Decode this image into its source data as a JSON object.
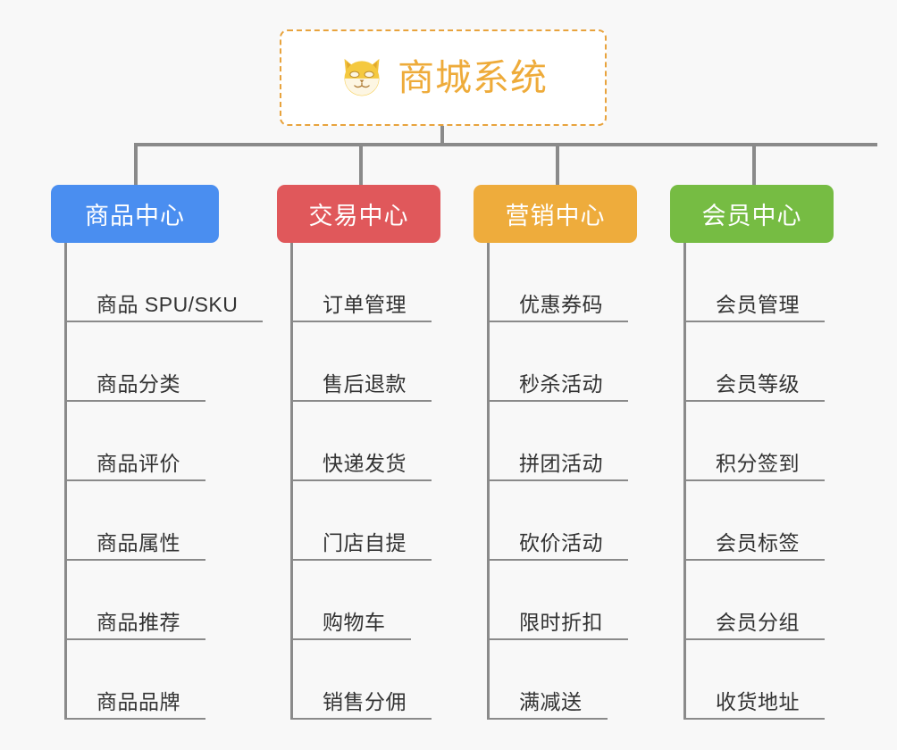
{
  "page": {
    "background": "#f8f8f8",
    "line_color": "#8a8a8a"
  },
  "root": {
    "title": "商城系统",
    "icon": "shiba-dog-face-icon",
    "text_color": "#eeab3a",
    "border_color": "#e8a33d",
    "background": "#ffffff"
  },
  "branches": [
    {
      "label": "商品中心",
      "color": "#4a8ef0",
      "items": [
        "商品 SPU/SKU",
        "商品分类",
        "商品评价",
        "商品属性",
        "商品推荐",
        "商品品牌"
      ]
    },
    {
      "label": "交易中心",
      "color": "#e0585b",
      "items": [
        "订单管理",
        "售后退款",
        "快递发货",
        "门店自提",
        "购物车",
        "销售分佣"
      ]
    },
    {
      "label": "营销中心",
      "color": "#eeac3c",
      "items": [
        "优惠券码",
        "秒杀活动",
        "拼团活动",
        "砍价活动",
        "限时折扣",
        "满减送"
      ]
    },
    {
      "label": "会员中心",
      "color": "#76bc43",
      "items": [
        "会员管理",
        "会员等级",
        "积分签到",
        "会员标签",
        "会员分组",
        "收货地址"
      ]
    }
  ]
}
